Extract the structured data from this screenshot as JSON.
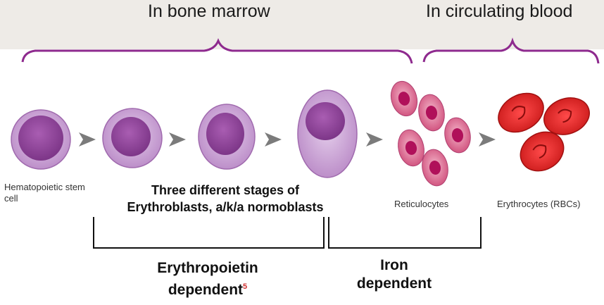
{
  "headers": {
    "bone_marrow": "In bone marrow",
    "circulating_blood": "In circulating blood"
  },
  "cells": {
    "hematopoietic": "Hematopoietic stem cell",
    "reticulocytes": "Reticulocytes",
    "erythrocytes": "Erythrocytes (RBCs)"
  },
  "stages_caption": {
    "line1": "Three different stages of",
    "line2": "Erythroblasts, a/k/a normoblasts"
  },
  "dependencies": {
    "epo_line1": "Erythropoietin",
    "epo_line2": "dependent",
    "epo_footnote": "5",
    "iron_line1": "Iron",
    "iron_line2": "dependent"
  },
  "colors": {
    "bracket": "#8e2a8e",
    "cell_outer": "#c9a0d4",
    "cell_nucleus": "#9a4fa3",
    "retic": "#d9668c",
    "retic_nucleus": "#b0105a",
    "rbc": "#e02a2a",
    "arrow": "#7b7b7b"
  }
}
